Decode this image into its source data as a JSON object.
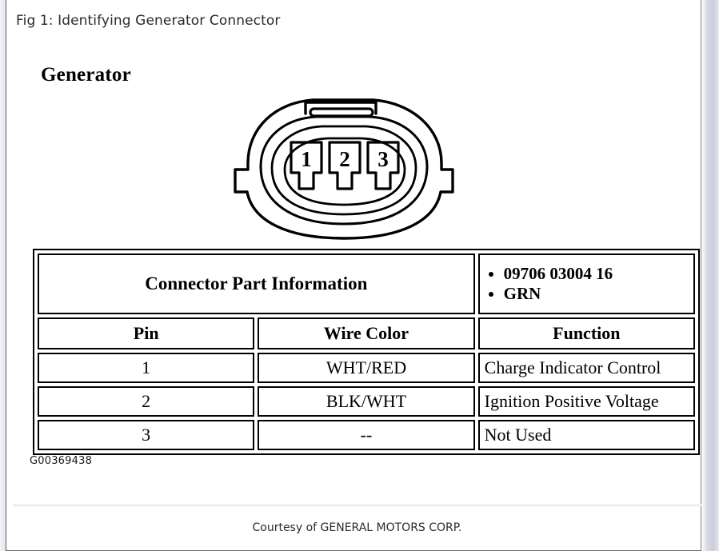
{
  "figure": {
    "title": "Fig 1: Identifying Generator Connector",
    "heading": "Generator",
    "code": "G00369438"
  },
  "connector_diagram": {
    "cavity_labels": [
      "1",
      "2",
      "3"
    ],
    "icon": "generator-connector-icon"
  },
  "table": {
    "part_info_label": "Connector Part Information",
    "part_numbers": [
      "09706 03004 16",
      "GRN"
    ],
    "columns": [
      "Pin",
      "Wire Color",
      "Function"
    ],
    "rows": [
      {
        "pin": "1",
        "wire_color": "WHT/RED",
        "function": "Charge Indicator Control"
      },
      {
        "pin": "2",
        "wire_color": "BLK/WHT",
        "function": "Ignition Positive Voltage"
      },
      {
        "pin": "3",
        "wire_color": "--",
        "function": "Not Used"
      }
    ]
  },
  "footer": {
    "courtesy": "Courtesy of GENERAL MOTORS CORP."
  },
  "colors": {
    "ink": "#000000",
    "title_text": "#2b2b2b",
    "page_background": "#ffffff",
    "frame_edge": "#cdcddb"
  }
}
